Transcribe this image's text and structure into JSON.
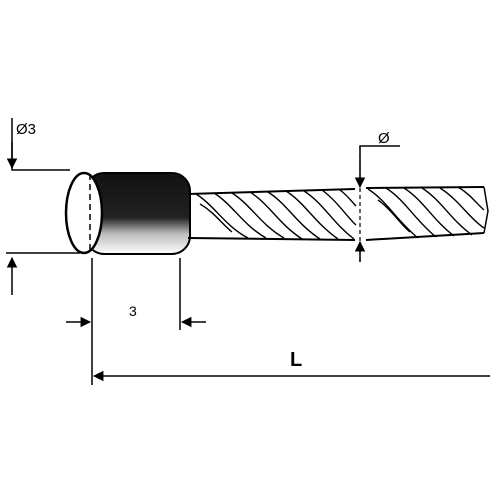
{
  "diagram": {
    "labels": {
      "head_diameter": "Ø3",
      "head_length": "3",
      "cable_diameter": "Ø",
      "total_length": "L"
    },
    "colors": {
      "ink": "#000000",
      "background": "#ffffff"
    }
  }
}
